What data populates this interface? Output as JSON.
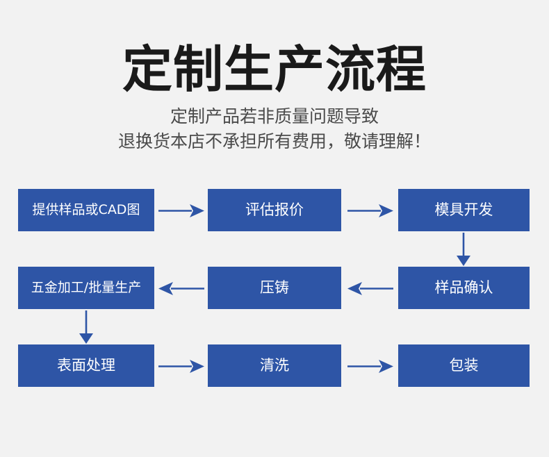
{
  "header": {
    "title": "定制生产流程",
    "subtitle_line_1": "定制产品若非质量问题导致",
    "subtitle_line_2": "退换货本店不承担所有费用，敬请理解！"
  },
  "theme": {
    "background": "#f2f2f2",
    "box_fill": "#2e55a6",
    "box_text": "#ffffff",
    "arrow_color": "#2e55a6",
    "title_color": "#1a1a1a",
    "subtitle_color": "#4a4a4a"
  },
  "flow": {
    "rows": [
      {
        "direction": "left-to-right",
        "steps": [
          {
            "label": "提供样品或CAD图"
          },
          {
            "label": "评估报价"
          },
          {
            "label": "模具开发"
          }
        ],
        "connectors": [
          {
            "icon": "arrow-right-icon",
            "between": "提供样品或CAD图 → 评估报价"
          },
          {
            "icon": "arrow-right-icon",
            "between": "评估报价 → 模具开发"
          }
        ]
      },
      {
        "direction": "right-to-left",
        "steps": [
          {
            "label": "五金加工/批量生产"
          },
          {
            "label": "压铸"
          },
          {
            "label": "样品确认"
          }
        ],
        "connectors": [
          {
            "icon": "arrow-left-icon",
            "between": "压铸 → 五金加工/批量生产"
          },
          {
            "icon": "arrow-left-icon",
            "between": "样品确认 → 压铸"
          }
        ]
      },
      {
        "direction": "left-to-right",
        "steps": [
          {
            "label": "表面处理"
          },
          {
            "label": "清洗"
          },
          {
            "label": "包装"
          }
        ],
        "connectors": [
          {
            "icon": "arrow-right-icon",
            "between": "表面处理 → 清洗"
          },
          {
            "icon": "arrow-right-icon",
            "between": "清洗 → 包装"
          }
        ]
      }
    ],
    "vertical_connectors": [
      {
        "icon": "arrow-down-icon",
        "between": "模具开发 → 样品确认",
        "column": "right"
      },
      {
        "icon": "arrow-down-icon",
        "between": "五金加工/批量生产 → 表面处理",
        "column": "left"
      }
    ]
  }
}
